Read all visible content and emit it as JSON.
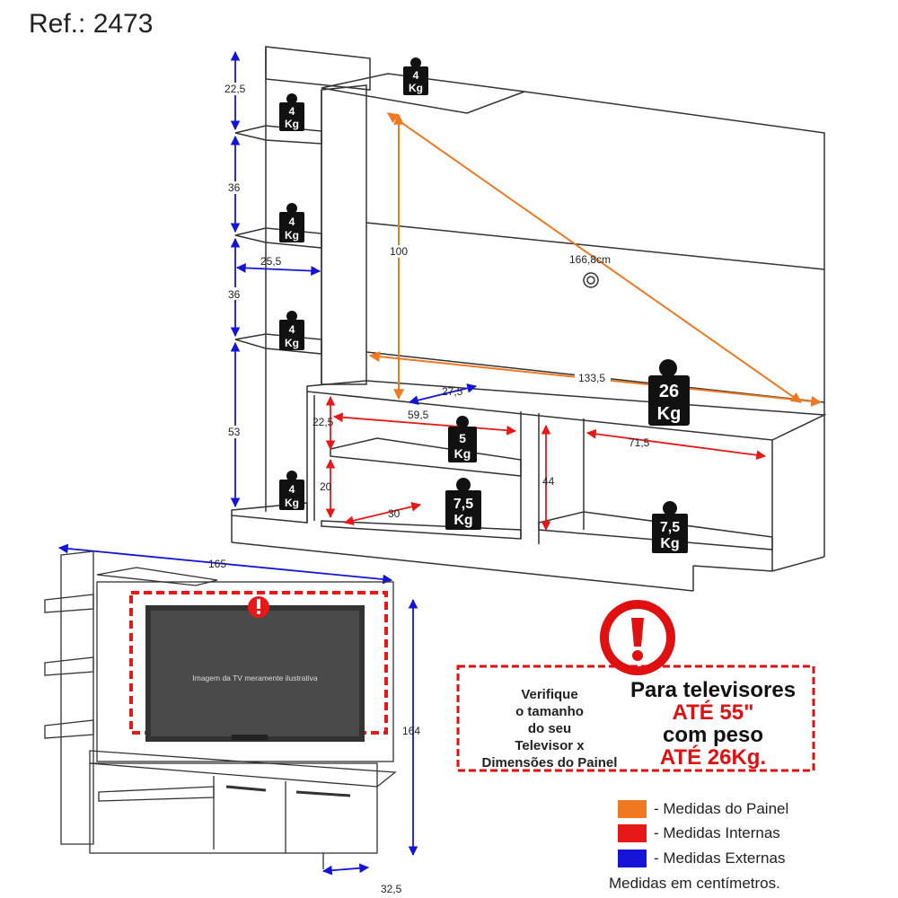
{
  "ref": "Ref.: 2473",
  "weights": {
    "top": "4",
    "top_unit": "Kg",
    "shelf1": "4",
    "shelf1_unit": "Kg",
    "shelf2": "4",
    "shelf2_unit": "Kg",
    "shelf3": "4",
    "shelf3_unit": "Kg",
    "base_left": "4",
    "base_left_unit": "Kg",
    "tv": "26",
    "tv_unit": "Kg",
    "niche_top": "5",
    "niche_top_unit": "Kg",
    "niche_bottom": "7,5",
    "niche_bottom_unit": "Kg",
    "right_cab": "7,5",
    "right_cab_unit": "Kg"
  },
  "dimensions": {
    "shelf_top": "22,5",
    "shelf_gap1": "36",
    "shelf_gap2": "36",
    "shelf_bottom": "53",
    "shelf_depth": "25,5",
    "panel_height": "100",
    "panel_diagonal": "166,8cm",
    "panel_width": "133,5",
    "panel_depth": "27,5",
    "niche_top_h": "22,5",
    "niche_width": "59,5",
    "niche_bottom_h": "20",
    "niche_depth": "30",
    "cab_height": "44",
    "cab_width": "71,5",
    "overall_width": "165",
    "overall_height": "164",
    "overall_depth": "32,5"
  },
  "tv_caption": "Imagem da TV meramente ilustrativa",
  "warning": {
    "left_lines": [
      "Verifique",
      "o tamanho",
      "do seu",
      "Televisor x",
      "Dimensões do Painel"
    ],
    "line1": "Para televisores",
    "line2": "ATÉ 55\"",
    "line3": "com peso",
    "line4": "ATÉ 26Kg."
  },
  "legend": [
    {
      "label": "- Medidas do Painel",
      "color": "#f07820"
    },
    {
      "label": "- Medidas Internas",
      "color": "#e81818"
    },
    {
      "label": "- Medidas Externas",
      "color": "#1414d8"
    }
  ],
  "units_note": "Medidas em centímetros.",
  "colors": {
    "panel": "#f07820",
    "internal": "#e81818",
    "external": "#1414d8",
    "line": "#333333"
  }
}
